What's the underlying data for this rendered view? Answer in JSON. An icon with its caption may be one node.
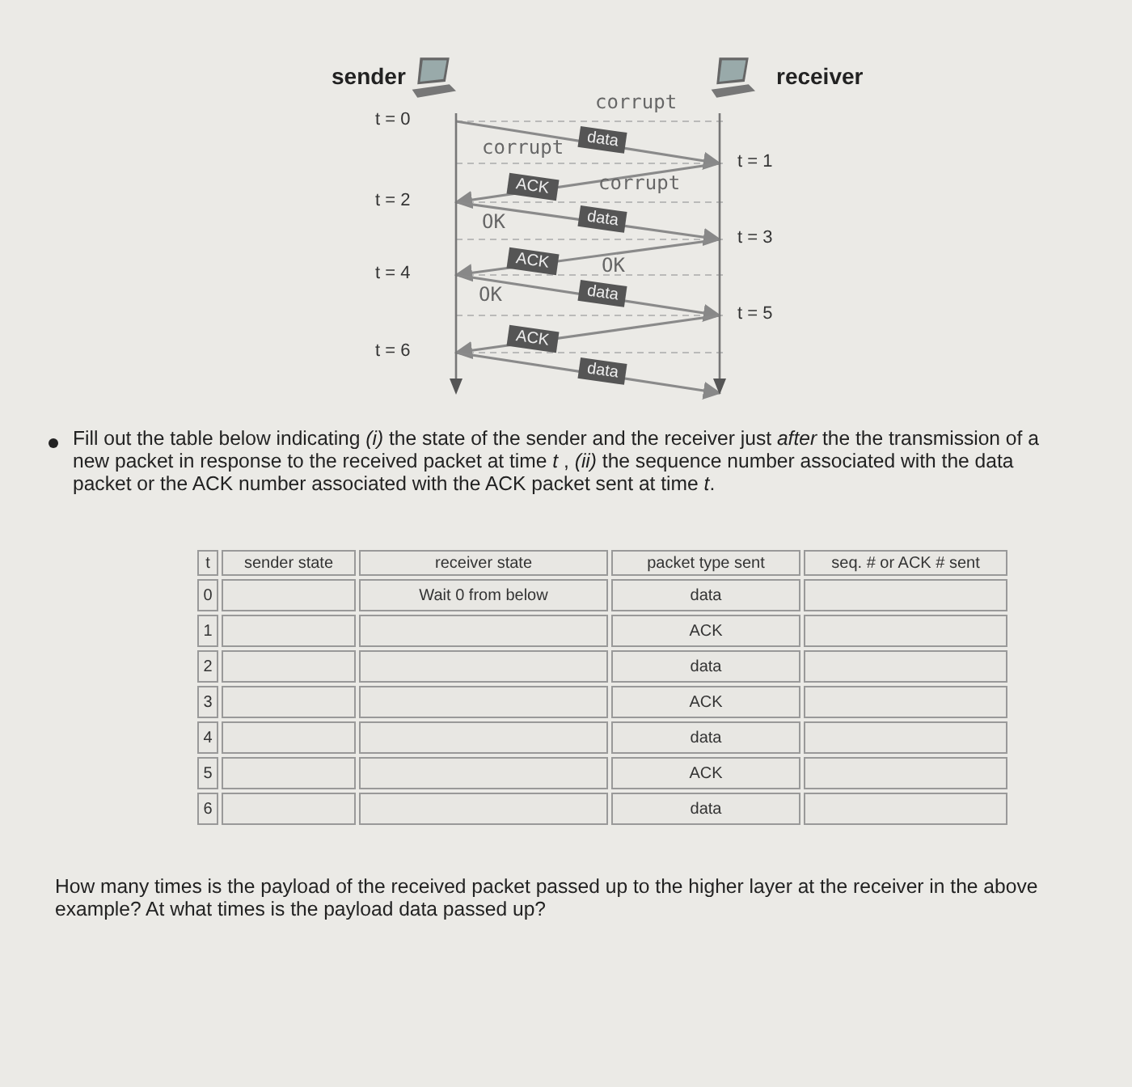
{
  "diagram": {
    "nodes": [
      {
        "text": [
          "sender"
        ]
      },
      {
        "text": [
          "receiver"
        ]
      }
    ],
    "edges": [
      {
        "from": 0,
        "to": 1,
        "arrow": "to",
        "label": "data"
      },
      {
        "from": 1,
        "to": 0,
        "arrow": "to",
        "label": "ACK"
      },
      {
        "from": 0,
        "to": 1,
        "arrow": "to",
        "label": "data"
      },
      {
        "from": 1,
        "to": 0,
        "arrow": "to",
        "label": "ACK"
      },
      {
        "from": 0,
        "to": 1,
        "arrow": "to",
        "label": "data"
      },
      {
        "from": 1,
        "to": 0,
        "arrow": "to",
        "label": "ACK"
      },
      {
        "from": 0,
        "to": 1,
        "arrow": "to",
        "label": "data"
      }
    ],
    "labels": [
      "corrupt",
      "t = 0",
      "corrupt",
      "t = 1",
      "corrupt",
      "t = 2",
      "OK",
      "t = 3",
      "OK",
      "t = 4",
      "OK",
      "t = 5",
      "t = 6",
      "Fill out the table below indicating *(i)* the state of the sender and the receiver just *after* the the transmission of a new packet in response to the received packet at time *t* , *(ii)* the sequence number associated with the data packet or the ACK number associated with the ACK packet sent at time *t*.",
      "t",
      "sender state",
      "receiver state",
      "packet type sent",
      "seq. # or ACK # sent",
      "0",
      "Wait 0 from below",
      "data",
      "1",
      "ACK",
      "2",
      "data",
      "3",
      "ACK",
      "4",
      "data",
      "5",
      "ACK",
      "6",
      "data",
      "How many times is the payload of the received packet passed up to the higher layer at the receiver in the above example? At what times is the payload data passed up?"
    ]
  }
}
